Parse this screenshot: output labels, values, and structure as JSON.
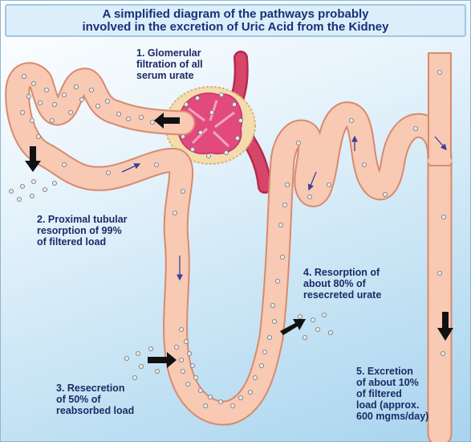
{
  "title": {
    "line1": "A simplified diagram of the pathways probably",
    "line2": "involved in the excretion of Uric Acid from the Kidney"
  },
  "labels": {
    "step1": [
      "1. Glomerular",
      "filtration of all",
      "serum urate"
    ],
    "step2": [
      "2. Proximal tubular",
      "resorption of 99%",
      "of filtered load"
    ],
    "step3": [
      "3. Resecretion",
      "of 50% of",
      "reabsorbed load"
    ],
    "step4": [
      "4. Resorption of",
      "about 80% of",
      "resecreted urate"
    ],
    "step5": [
      "5. Excretion",
      "of about 10%",
      "of filtered",
      "load (approx.",
      "600 mgms/day)"
    ]
  },
  "colors": {
    "tubule": "#f7c4ae",
    "tubule_edge": "#e39b80",
    "blood_vessel": "#d23a60",
    "capsule": "#f3d9a8",
    "glomerulus": "#e0457a",
    "title_text": "#1a2f7a",
    "arrow": "#111111"
  }
}
